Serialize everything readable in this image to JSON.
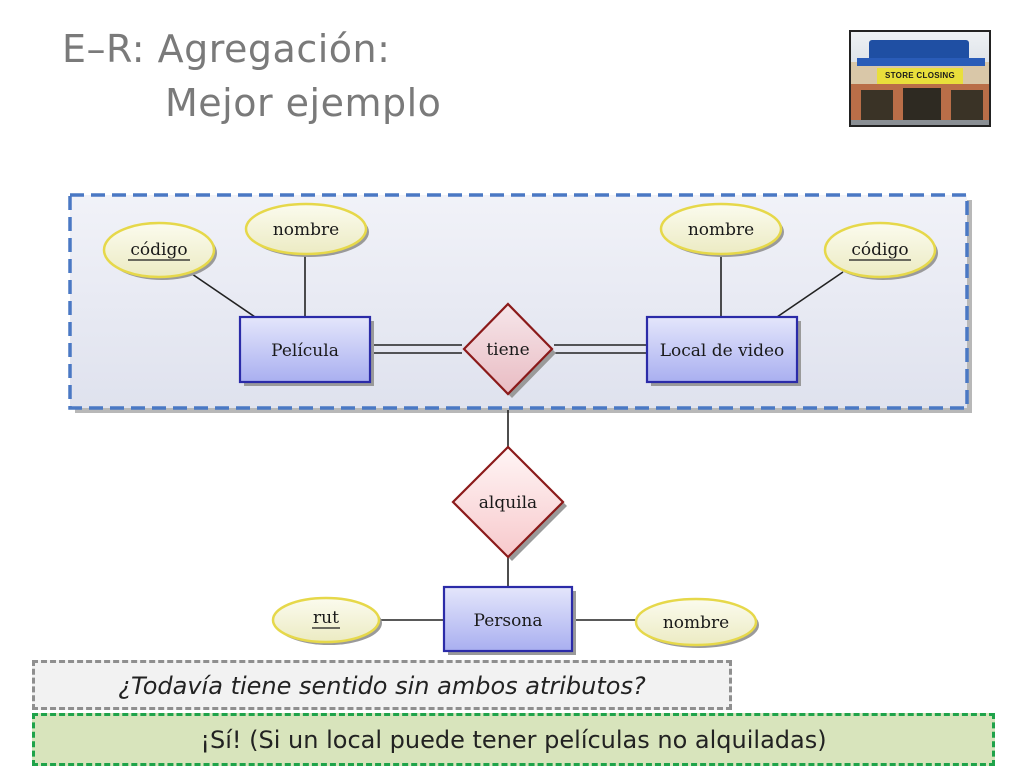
{
  "slide": {
    "title_line1": "E–R: Agregación:",
    "title_line2": "Mejor ejemplo"
  },
  "photo": {
    "sign_text": "STORE CLOSING"
  },
  "diagram": {
    "aggregation": {
      "entity_left": "Película",
      "entity_right": "Local de video",
      "relationship": "tiene",
      "left_attributes": [
        "código",
        "nombre"
      ],
      "right_attributes": [
        "nombre",
        "código"
      ]
    },
    "relationship_outer": "alquila",
    "entity_bottom": "Persona",
    "bottom_attributes": [
      "rut",
      "nombre"
    ],
    "colors": {
      "aggregation_border": "#4a78c4",
      "entity_fill": "#b9bdf2",
      "relationship_fill": "#f3c9cd",
      "attribute_fill": "#f2f2c8",
      "attribute_border": "#e6d84a"
    }
  },
  "question": "¿Todavía tiene sentido sin ambos atributos?",
  "answer": "¡Sí! (Si un local puede tener películas no alquiladas)"
}
